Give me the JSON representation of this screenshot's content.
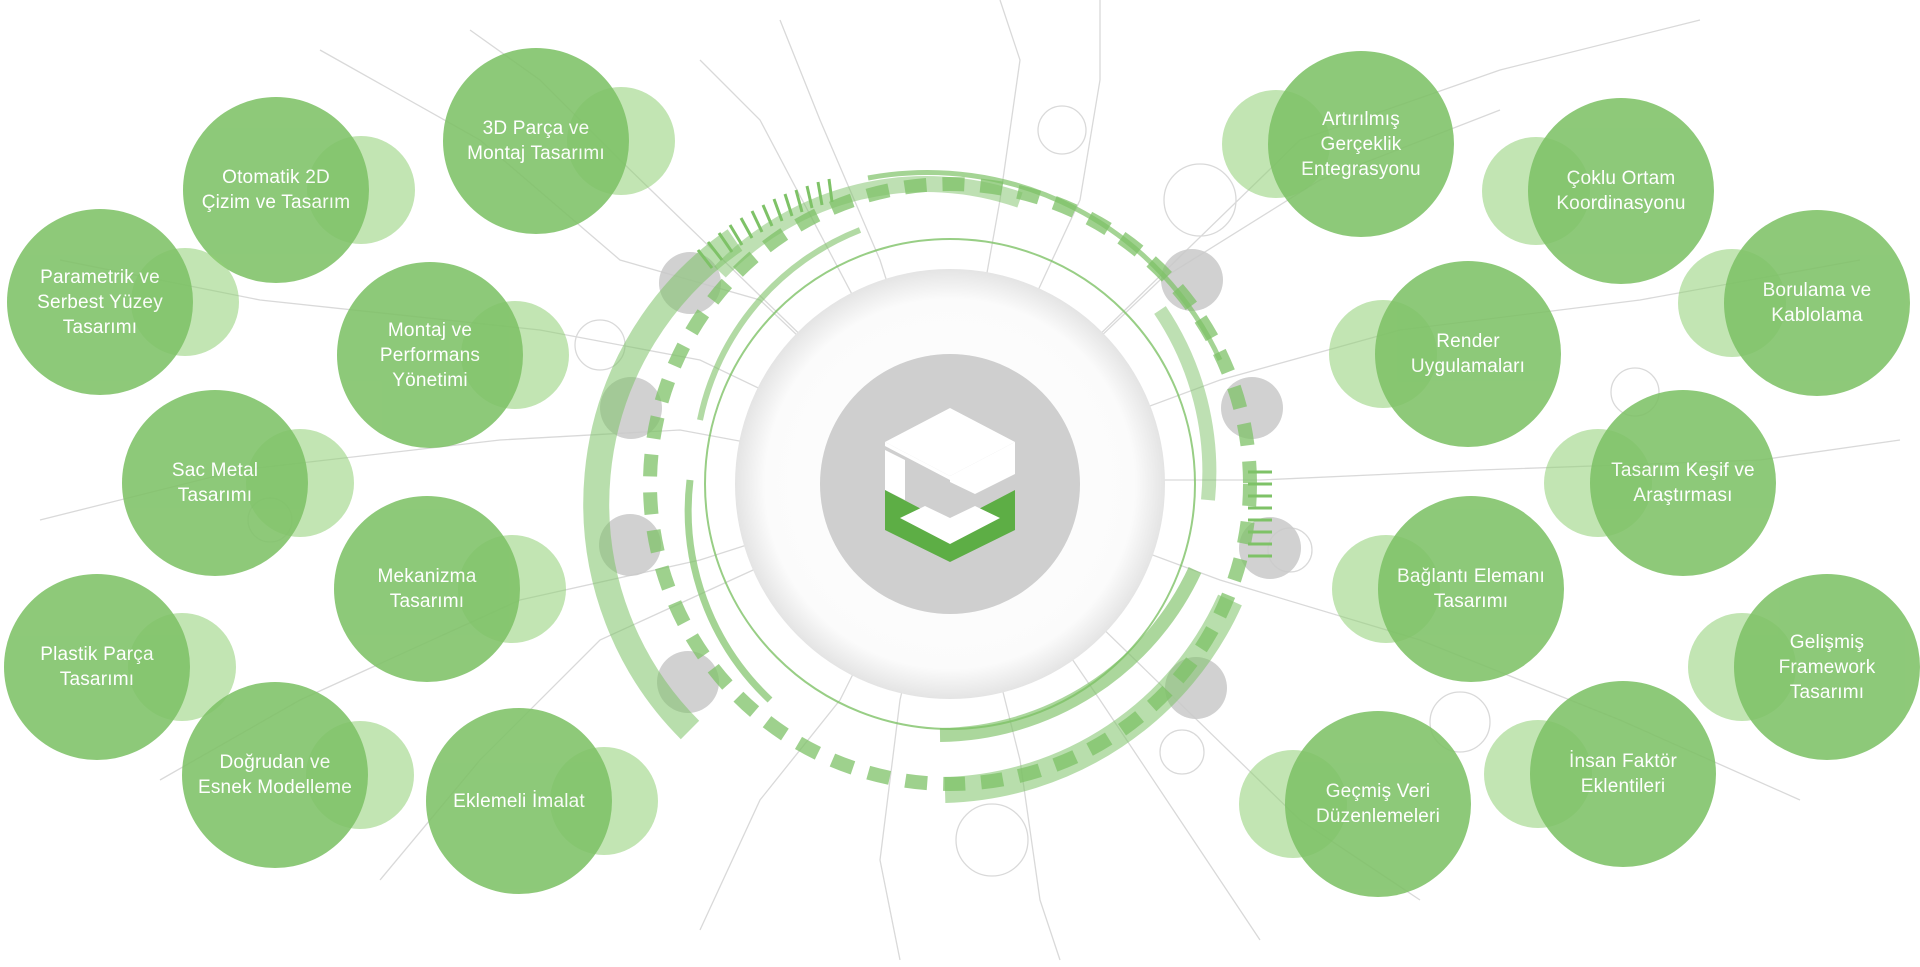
{
  "colors": {
    "accent": "#7ec267",
    "accent_dark": "#5dae45",
    "hub_gray": "#cfcfcf",
    "line_gray": "#d8d8d8"
  },
  "logo": {
    "icon": "hexagon-cube-logo-icon"
  },
  "left_nodes": [
    {
      "label": "3D Parça ve Montaj Tasarımı"
    },
    {
      "label": "Otomatik 2D Çizim ve Tasarım"
    },
    {
      "label": "Parametrik ve Serbest Yüzey Tasarımı"
    },
    {
      "label": "Montaj ve Performans Yönetimi"
    },
    {
      "label": "Sac Metal Tasarımı"
    },
    {
      "label": "Mekanizma Tasarımı"
    },
    {
      "label": "Plastik Parça Tasarımı"
    },
    {
      "label": "Doğrudan ve Esnek Modelleme"
    },
    {
      "label": "Eklemeli İmalat"
    }
  ],
  "right_nodes": [
    {
      "label": "Artırılmış Gerçeklik Entegrasyonu"
    },
    {
      "label": "Çoklu Ortam Koordinasyonu"
    },
    {
      "label": "Borulama ve Kablolama"
    },
    {
      "label": "Render Uygulamaları"
    },
    {
      "label": "Tasarım Keşif ve Araştırması"
    },
    {
      "label": "Bağlantı Elemanı Tasarımı"
    },
    {
      "label": "Gelişmiş Framework Tasarımı"
    },
    {
      "label": "İnsan Faktör Eklentileri"
    },
    {
      "label": "Geçmiş Veri Düzenlemeleri"
    }
  ]
}
